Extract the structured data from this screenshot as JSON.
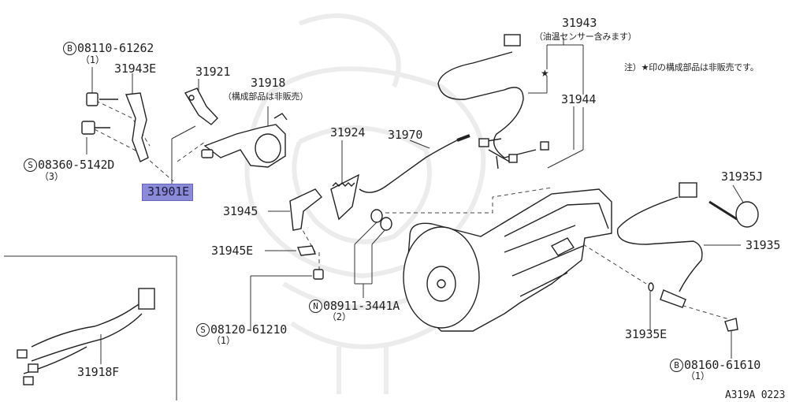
{
  "labels": {
    "p31943": "31943",
    "p31943_note": "（油温センサー含みます）",
    "note": "注）★印の構成部品は非販売です。",
    "b08110": "08110-61262",
    "b08110_qty": "（1）",
    "p31943E": "31943E",
    "p31921": "31921",
    "p31918": "31918",
    "p31918_note": "（構成部品は非販売）",
    "p31944": "31944",
    "s08360": "08360-5142D",
    "s08360_qty": "（3）",
    "p31901E": "31901E",
    "p31924": "31924",
    "p31970": "31970",
    "p31935J": "31935J",
    "p31945": "31945",
    "p31935": "31935",
    "p31945E": "31945E",
    "n08911": "08911-3441A",
    "n08911_qty": "（2）",
    "s08120": "08120-61210",
    "s08120_qty": "（1）",
    "p31935E": "31935E",
    "p31918F": "31918F",
    "b08160": "08160-61610",
    "b08160_qty": "（1）",
    "diagram_code": "A319A 0223"
  },
  "prefix": {
    "B": "B",
    "S": "S",
    "N": "N"
  },
  "star": "★",
  "colors": {
    "highlight": "#8a8ad8",
    "line": "#333333",
    "watermark": "#ececec"
  }
}
